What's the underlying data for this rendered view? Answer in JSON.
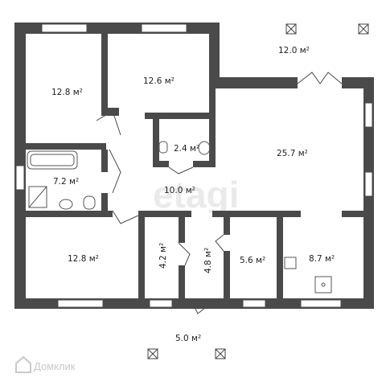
{
  "plan": {
    "rooms": [
      {
        "id": "bedroom-top-left",
        "area": "12.8 м²"
      },
      {
        "id": "bedroom-top-middle",
        "area": "12.6 м²"
      },
      {
        "id": "toilet",
        "area": "2.4 м²"
      },
      {
        "id": "bathroom",
        "area": "7.2 м²"
      },
      {
        "id": "hall",
        "area": "10.0 м²"
      },
      {
        "id": "living-room",
        "area": "25.7 м²"
      },
      {
        "id": "bedroom-bottom-left",
        "area": "12.8 м²"
      },
      {
        "id": "closet",
        "area": "4.2 м²"
      },
      {
        "id": "corridor",
        "area": "4.8 м²"
      },
      {
        "id": "storage",
        "area": "5.6 м²"
      },
      {
        "id": "kitchen",
        "area": "8.7 м²"
      },
      {
        "id": "terrace",
        "area": "12.0 м²"
      },
      {
        "id": "porch",
        "area": "5.0 м²"
      }
    ]
  },
  "watermark": "etagi",
  "logo": {
    "text": "Домклик"
  }
}
